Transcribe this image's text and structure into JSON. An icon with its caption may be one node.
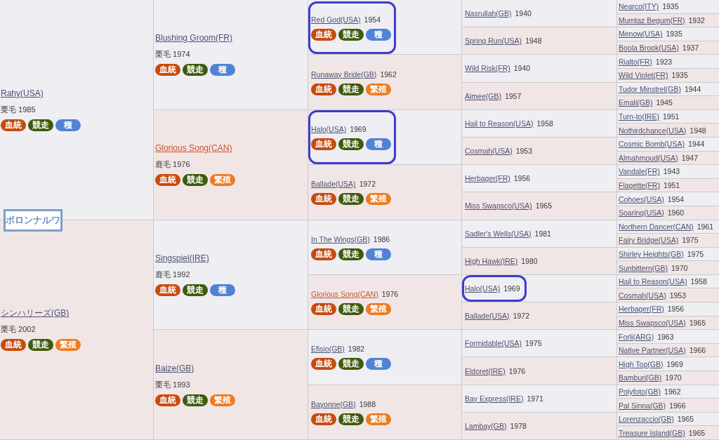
{
  "diagram": {
    "nodes": [
      {
        "text": [
          "ポロンナルワ"
        ]
      },
      {
        "text": [
          "Rahy(USA)",
          "栗毛 1985",
          "血統",
          "競走",
          "種"
        ]
      },
      {
        "text": [
          "Blushing Groom(FR)",
          "栗毛 1974",
          "血統",
          "競走",
          "種"
        ]
      },
      {
        "text": [],
        "shape": "box"
      },
      {
        "text": [
          "Red God(USA)",
          "1954",
          "血統",
          "競走",
          "種"
        ],
        "in": 3
      },
      {
        "text": [
          "Nasrullah(GB)",
          "1940"
        ]
      },
      {
        "text": [
          "Nearco(ITY)",
          "1935"
        ]
      },
      {
        "text": [
          "Mumtaz Begum(FR)",
          "1932"
        ]
      },
      {
        "text": [
          "Spring Run(USA)",
          "1948"
        ]
      },
      {
        "text": [
          "Menow(USA)",
          "1935"
        ]
      },
      {
        "text": [
          "Boola Brook(USA)",
          "1937"
        ]
      },
      {
        "text": [
          "Runaway Bride(GB)",
          "1962",
          "血統",
          "競走",
          "繁殖"
        ]
      },
      {
        "text": [
          "Wild Risk(FR)",
          "1940"
        ]
      },
      {
        "text": [
          "Rialto(FR)",
          "1923"
        ]
      },
      {
        "text": [
          "Wild Violet(FR)",
          "1935"
        ]
      },
      {
        "text": [
          "Aimee(GB)",
          "1957"
        ]
      },
      {
        "text": [
          "Tudor Minstrel(GB)",
          "1944"
        ]
      },
      {
        "text": [
          "Emali(GB)",
          "1945"
        ]
      },
      {
        "text": [
          "Glorious Song(CAN)",
          "鹿毛 1976",
          "血統",
          "競走",
          "繁殖"
        ]
      },
      {
        "text": [],
        "shape": "box"
      },
      {
        "text": [
          "Halo(USA)",
          "1969",
          "血統",
          "競走",
          "種"
        ],
        "in": 19
      },
      {
        "text": [
          "Hail to Reason(USA)",
          "1958"
        ]
      },
      {
        "text": [
          "Turn-to(IRE)",
          "1951"
        ]
      },
      {
        "text": [
          "Nothirdchance(USA)",
          "1948"
        ]
      },
      {
        "text": [
          "Cosmah(USA)",
          "1953"
        ]
      },
      {
        "text": [
          "Cosmic Bomb(USA)",
          "1944"
        ]
      },
      {
        "text": [
          "Almahmoud(USA)",
          "1947"
        ]
      },
      {
        "text": [
          "Ballade(USA)",
          "1972",
          "血統",
          "競走",
          "繁殖"
        ]
      },
      {
        "text": [
          "Herbager(FR)",
          "1956"
        ]
      },
      {
        "text": [
          "Vandale(FR)",
          "1943"
        ]
      },
      {
        "text": [
          "Flagette(FR)",
          "1951"
        ]
      },
      {
        "text": [
          "Miss Swapsco(USA)",
          "1965"
        ]
      },
      {
        "text": [
          "Cohoes(USA)",
          "1954"
        ]
      },
      {
        "text": [
          "Soaring(USA)",
          "1960"
        ]
      },
      {
        "text": [
          "シンハリーズ(GB)",
          "栗毛 2002",
          "血統",
          "競走",
          "繁殖"
        ]
      },
      {
        "text": [
          "Singspiel(IRE)",
          "鹿毛 1992",
          "血統",
          "競走",
          "種"
        ]
      },
      {
        "text": [
          "In The Wings(GB)",
          "1986",
          "血統",
          "競走",
          "種"
        ]
      },
      {
        "text": [
          "Sadler's Wells(USA)",
          "1981"
        ]
      },
      {
        "text": [
          "Northern Dancer(CAN)",
          "1961"
        ]
      },
      {
        "text": [
          "Fairy Bridge(USA)",
          "1975"
        ]
      },
      {
        "text": [
          "High Hawk(IRE)",
          "1980"
        ]
      },
      {
        "text": [
          "Shirley Heights(GB)",
          "1975"
        ]
      },
      {
        "text": [
          "Sunbittern(GB)",
          "1970"
        ]
      },
      {
        "text": [
          "Glorious Song(CAN)",
          "1976",
          "血統",
          "競走",
          "繁殖"
        ]
      },
      {
        "text": [],
        "shape": "box"
      },
      {
        "text": [
          "Halo(USA)",
          "1969"
        ],
        "in": 44
      },
      {
        "text": [
          "Hail to Reason(USA)",
          "1958"
        ]
      },
      {
        "text": [
          "Cosmah(USA)",
          "1953"
        ]
      },
      {
        "text": [
          "Ballade(USA)",
          "1972"
        ]
      },
      {
        "text": [
          "Herbager(FR)",
          "1956"
        ]
      },
      {
        "text": [
          "Miss Swapsco(USA)",
          "1965"
        ]
      },
      {
        "text": [
          "Baize(GB)",
          "栗毛 1993",
          "血統",
          "競走",
          "繁殖"
        ]
      },
      {
        "text": [
          "Efisio(GB)",
          "1982",
          "血統",
          "競走",
          "種"
        ]
      },
      {
        "text": [
          "Formidable(USA)",
          "1975"
        ]
      },
      {
        "text": [
          "Forli(ARG)",
          "1963"
        ]
      },
      {
        "text": [
          "Native Partner(USA)",
          "1966"
        ]
      },
      {
        "text": [
          "Eldoret(IRE)",
          "1976"
        ]
      },
      {
        "text": [
          "High Top(GB)",
          "1969"
        ]
      },
      {
        "text": [
          "Bamburi(GB)",
          "1970"
        ]
      },
      {
        "text": [
          "Bayonne(GB)",
          "1988",
          "血統",
          "競走",
          "繁殖"
        ]
      },
      {
        "text": [
          "Bay Express(IRE)",
          "1971"
        ]
      },
      {
        "text": [
          "Polyfoto(GB)",
          "1962"
        ]
      },
      {
        "text": [
          "Pal Sinna(GB)",
          "1966"
        ]
      },
      {
        "text": [
          "Lambay(GB)",
          "1978"
        ]
      },
      {
        "text": [
          "Lorenzaccio(GB)",
          "1965"
        ]
      },
      {
        "text": [
          "Treasure Island(GB)",
          "1965"
        ]
      }
    ]
  }
}
